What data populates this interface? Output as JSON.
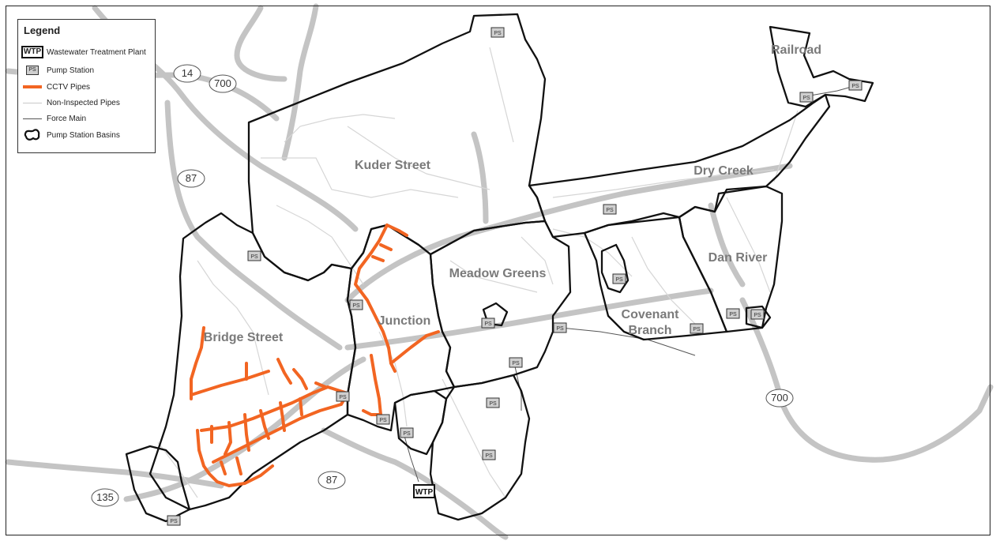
{
  "legend": {
    "title": "Legend",
    "items": [
      {
        "symbol": "WTP",
        "label": "Wastewater Treatment Plant"
      },
      {
        "symbol": "PS",
        "label": "Pump Station"
      },
      {
        "label": "CCTV Pipes",
        "color": "#f26522"
      },
      {
        "label": "Non-Inspected Pipes",
        "color": "#c8c8c8"
      },
      {
        "label": "Force Main",
        "color": "#555555"
      },
      {
        "label": "Pump Station Basins",
        "color": "#111111"
      }
    ]
  },
  "basins": [
    "Railroad",
    "Kuder Street",
    "Dry Creek",
    "Meadow Greens",
    "Dan River",
    "Junction",
    "Bridge Street",
    "Covenant",
    "Branch"
  ],
  "roads": [
    "14",
    "700",
    "87",
    "700",
    "87",
    "135"
  ],
  "ps_label": "PS",
  "wtp_label": "WTP",
  "colors": {
    "cctv": "#f26522",
    "road": "#c4c4c4",
    "pipe": "#d6d6d6",
    "basin": "#111111",
    "ps_fill": "#cfcfcf",
    "label": "#7a7a7a"
  }
}
